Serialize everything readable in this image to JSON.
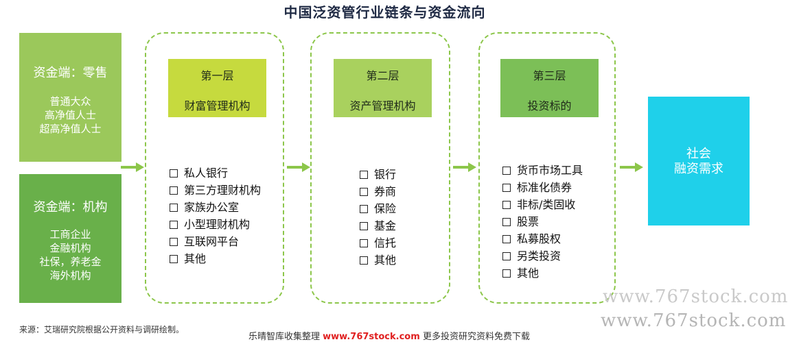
{
  "title": "中国泛资管行业链条与资金流向",
  "sources": {
    "retail": {
      "head": "资金端：零售",
      "items": [
        "普通大众",
        "高净值人士",
        "超高净值人士"
      ]
    },
    "institution": {
      "head": "资金端：机构",
      "items": [
        "工商企业",
        "金融机构",
        "社保，养老金",
        "海外机构"
      ]
    }
  },
  "layers": [
    {
      "number": "第一层",
      "name": "财富管理机构",
      "items": [
        "私人银行",
        "第三方理财机构",
        "家族办公室",
        "小型理财机构",
        "互联网平台",
        "其他"
      ]
    },
    {
      "number": "第二层",
      "name": "资产管理机构",
      "items": [
        "银行",
        "券商",
        "保险",
        "基金",
        "信托",
        "其他"
      ]
    },
    {
      "number": "第三层",
      "name": "投资标的",
      "items": [
        "货币市场工具",
        "标准化债券",
        "非标/类固收",
        "股票",
        "私募股权",
        "另类投资",
        "其他"
      ]
    }
  ],
  "demand": {
    "line1": "社会",
    "line2": "融资需求"
  },
  "source_note": "来源：艾瑞研究院根据公开资料与调研绘制。",
  "footer": {
    "prefix": "乐晴智库收集整理",
    "url": "www.767stock.com",
    "suffix": "更多投资研究资料免费下载"
  },
  "watermark": "www.767stock.com",
  "colors": {
    "retail_box": "#9bc85b",
    "institution_box": "#69b04a",
    "layer1_head": "#c6da3e",
    "layer2_head": "#a9d15e",
    "layer3_head": "#7cbf57",
    "demand_box": "#1fd0ea",
    "dashed_border": "#8cc64a",
    "arrow": "#8cc64a"
  }
}
